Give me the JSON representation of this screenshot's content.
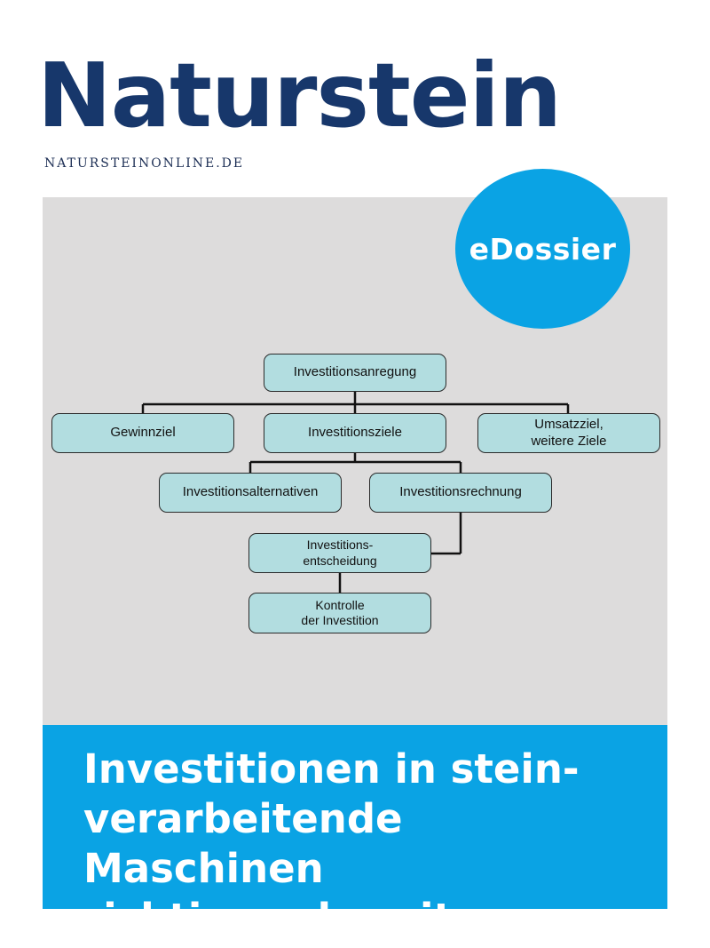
{
  "masthead": {
    "title": "Naturstein",
    "website": "NATURSTEINONLINE.DE"
  },
  "badge": {
    "label": "eDossier"
  },
  "diagram": {
    "nodes": {
      "investitionsanregung": "Investitionsanregung",
      "gewinnziel": "Gewinnziel",
      "investitionsziele": "Investitionsziele",
      "umsatzziel": "Umsatzziel,\nweitere Ziele",
      "investitionsalternativen": "Investitionsalternativen",
      "investitionsrechnung": "Investitionsrechnung",
      "investitionsentscheidung": "Investitions-\nentscheidung",
      "kontrolle": "Kontrolle\nder Investition"
    }
  },
  "banner": {
    "headline": "Investitionen in stein-\nverarbeitende Maschinen\nrichtig vorbereiten"
  },
  "colors": {
    "brand_navy": "#17376b",
    "accent_blue": "#0aa3e4",
    "panel_gray": "#dddcdc",
    "node_fill": "#b2dde0"
  }
}
